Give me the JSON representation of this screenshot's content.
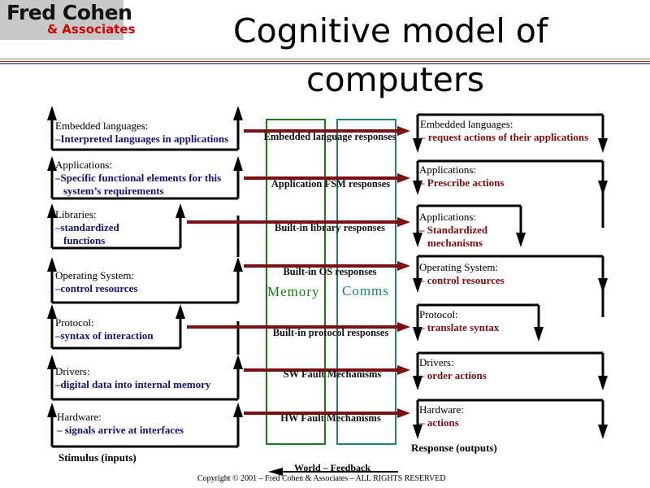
{
  "header": {
    "logo_name": "Fred Cohen",
    "logo_sub": "& Associates",
    "title_line1": "Cognitive model of",
    "title_line2": "computers"
  },
  "colors": {
    "stimulus_detail": "#14146e",
    "response_detail": "#7a0e0e",
    "arrow": "#7a1010",
    "memory": "#1a7a1a",
    "comms": "#1a8080",
    "logo_red": "#cc0000",
    "logo_bg": "#c8c8c8"
  },
  "stimulus": {
    "caption": "Stimulus (inputs)",
    "layers": [
      {
        "heading": "Embedded languages:",
        "detail": [
          "–Interpreted languages in applications"
        ]
      },
      {
        "heading": "Applications:",
        "detail": [
          "–Specific functional elements for this",
          "  system’s requirements"
        ]
      },
      {
        "heading": "Libraries:",
        "detail": [
          "–standardized",
          "  functions"
        ]
      },
      {
        "heading": "Operating System:",
        "detail": [
          "–control resources"
        ]
      },
      {
        "heading": "Protocol:",
        "detail": [
          "–syntax of interaction"
        ]
      },
      {
        "heading": "Drivers:",
        "detail": [
          "–digital data into internal memory"
        ]
      },
      {
        "heading": "Hardware:",
        "detail": [
          "– signals arrive at interfaces"
        ]
      }
    ]
  },
  "middle": {
    "memory_label": "Memory",
    "comms_label": "Comms",
    "responses": [
      "Embedded language responses",
      "Application FSM responses",
      "Built-in library responses",
      "Built-in OS responses",
      "Built-in protocol responses",
      "SW Fault Mechanisms",
      "HW Fault Mechanisms"
    ]
  },
  "response": {
    "caption": "Response (outputs)",
    "layers": [
      {
        "heading": "Embedded languages:",
        "detail": [
          "– request actions of their applications"
        ]
      },
      {
        "heading": "Applications:",
        "detail": [
          "– Prescribe actions"
        ]
      },
      {
        "heading": "Applications:",
        "detail": [
          "– Standardized",
          "  mechanisms"
        ]
      },
      {
        "heading": "Operating System:",
        "detail": [
          "– control resources"
        ]
      },
      {
        "heading": "Protocol:",
        "detail": [
          "– translate syntax"
        ]
      },
      {
        "heading": "Drivers:",
        "detail": [
          "– order actions"
        ]
      },
      {
        "heading": "Hardware:",
        "detail": [
          "– actions"
        ]
      }
    ]
  },
  "footer": {
    "feedback": "World – Feedback",
    "copyright": "Copyright © 2001 – Fred Cohen & Associates – ALL RIGHTS RESERVED"
  }
}
